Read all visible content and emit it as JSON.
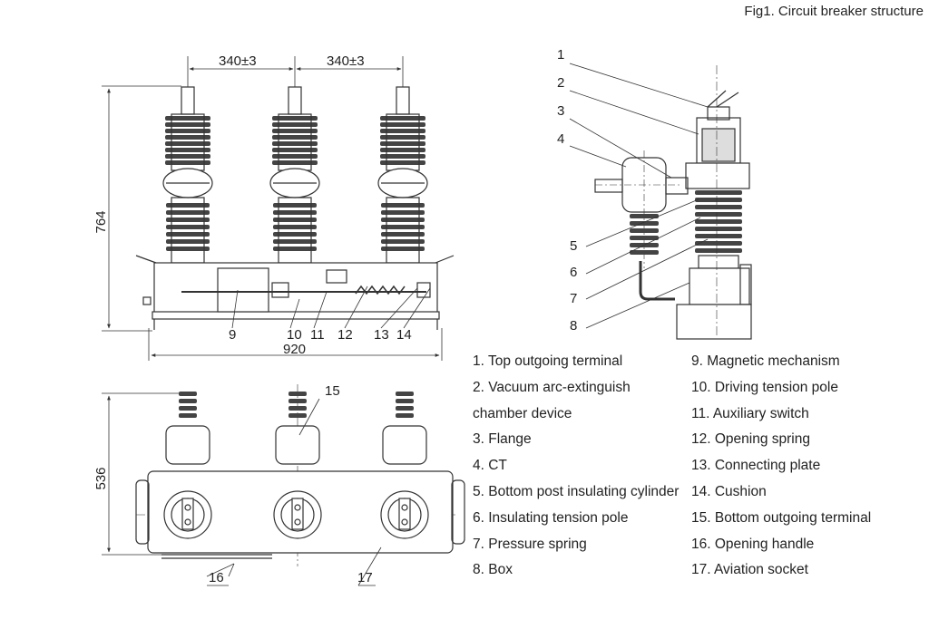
{
  "title": "Fig1. Circuit breaker  structure",
  "dimensions": {
    "spacing_left": "340±3",
    "spacing_right": "340±3",
    "height_front": "764",
    "width_front": "920",
    "height_top": "536"
  },
  "callouts": {
    "side": [
      "1",
      "2",
      "3",
      "4",
      "5",
      "6",
      "7",
      "8"
    ],
    "front": [
      "9",
      "10",
      "11",
      "12",
      "13",
      "14"
    ],
    "top": [
      "15",
      "16",
      "17"
    ]
  },
  "legend": {
    "left": [
      "1. Top outgoing terminal",
      "2. Vacuum arc-extinguish",
      "chamber device",
      "3. Flange",
      "4. CT",
      "5. Bottom post insulating cylinder",
      "6. Insulating tension pole",
      "7. Pressure spring",
      "8. Box"
    ],
    "right": [
      "9. Magnetic mechanism",
      "10. Driving tension pole",
      "11. Auxiliary switch",
      "12. Opening spring",
      "13. Connecting plate",
      "14. Cushion",
      "15. Bottom outgoing terminal",
      "16. Opening handle",
      "17. Aviation socket"
    ]
  }
}
